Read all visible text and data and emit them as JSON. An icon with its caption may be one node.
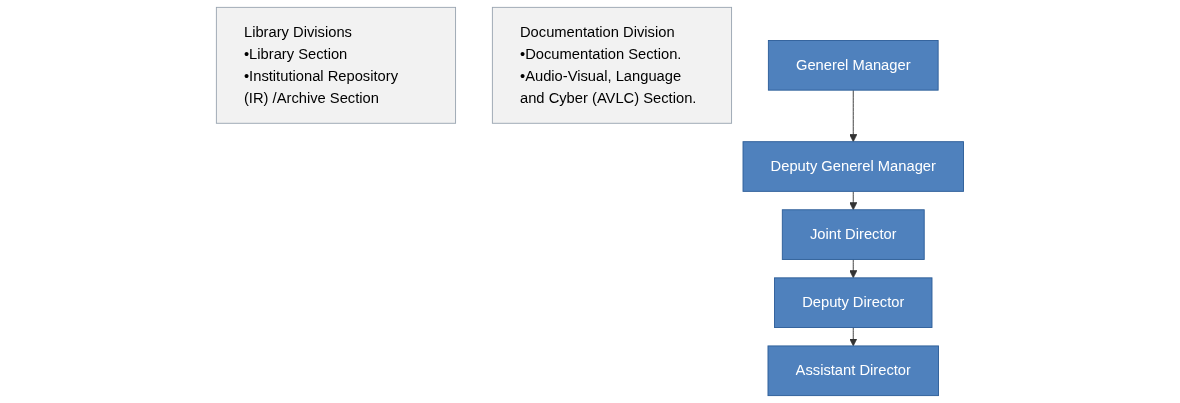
{
  "diagram": {
    "nodes": [
      {
        "text": [
          "Library Divisions",
          "•Library Section",
          "•Institutional Repository (IR) /Archive Section"
        ]
      },
      {
        "text": [
          "Documentation Division",
          "•Documentation Section.",
          "•Audio-Visual, Language and Cyber (AVLC) Section."
        ]
      },
      {
        "text": [
          "Generel Manager"
        ]
      },
      {
        "text": [
          "Deputy Generel Manager"
        ]
      },
      {
        "text": [
          "Joint Director"
        ]
      },
      {
        "text": [
          "Deputy Director"
        ]
      },
      {
        "text": [
          "Assistant Director"
        ]
      }
    ],
    "edges": [
      {
        "from": 2,
        "to": 3,
        "arrow": "to"
      },
      {
        "from": 3,
        "to": 4,
        "arrow": "to"
      },
      {
        "from": 4,
        "to": 5,
        "arrow": "to"
      },
      {
        "from": 5,
        "to": 6,
        "arrow": "to"
      }
    ]
  }
}
